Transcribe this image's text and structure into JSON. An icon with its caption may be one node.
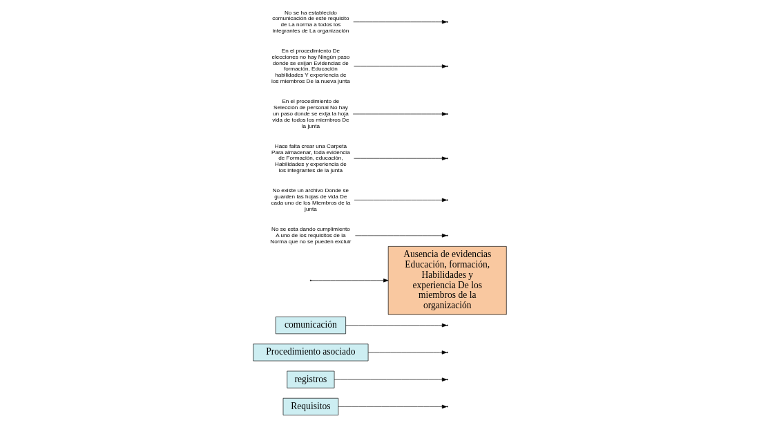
{
  "diagram": {
    "nodes": [
      {
        "text": [
          "Requisitos"
        ]
      },
      {
        "text": [
          "registros"
        ]
      },
      {
        "text": [
          "Procedimiento asociado"
        ]
      },
      {
        "text": [
          "comunicación"
        ]
      },
      {
        "text": [
          "Ausencia de evidencias Educación, formación, Habilidades y experiencia De los miembros de la organización"
        ]
      },
      {
        "text": [
          "No se esta dando cumplimiento A uno de los requisitos de la Norma que no se pueden excluir"
        ]
      },
      {
        "text": [
          "No existe un archivo Donde se guarden las hojas de vida De cada uno de los Miembros de la junta"
        ]
      },
      {
        "text": [
          "Hace falta crear una Carpeta Para almacenar, toda evidencia de Formación, educación, Habilidades y experiencia de los integrantes de la junta"
        ]
      },
      {
        "text": [
          "En el procedimiento de Selección de personal No hay un paso donde se exija la hoja vida de todos los miembros De la junta"
        ]
      },
      {
        "text": [
          "En el procedimiento De elecciones no hay Ningún paso donde se exijan Evidencias de formación, Educación habilidades Y experiencia de los miembros De la nueva junta"
        ]
      },
      {
        "text": [
          "No se ha establecido comunicación de este requisito de La norma a todos los integrantes de La organización"
        ]
      }
    ],
    "edges": [
      {
        "from": null,
        "to": 4,
        "arrow": "to"
      },
      {
        "from": 0,
        "to": null,
        "arrow": "to"
      },
      {
        "from": 1,
        "to": null,
        "arrow": "to"
      },
      {
        "from": 2,
        "to": null,
        "arrow": "to"
      },
      {
        "from": 3,
        "to": null,
        "arrow": "to"
      },
      {
        "from": 5,
        "to": null,
        "arrow": "to"
      },
      {
        "from": 6,
        "to": null,
        "arrow": "to"
      },
      {
        "from": 7,
        "to": null,
        "arrow": "to"
      },
      {
        "from": 8,
        "to": null,
        "arrow": "to"
      },
      {
        "from": 9,
        "to": null,
        "arrow": "to"
      },
      {
        "from": 10,
        "to": null,
        "arrow": "to"
      }
    ]
  }
}
